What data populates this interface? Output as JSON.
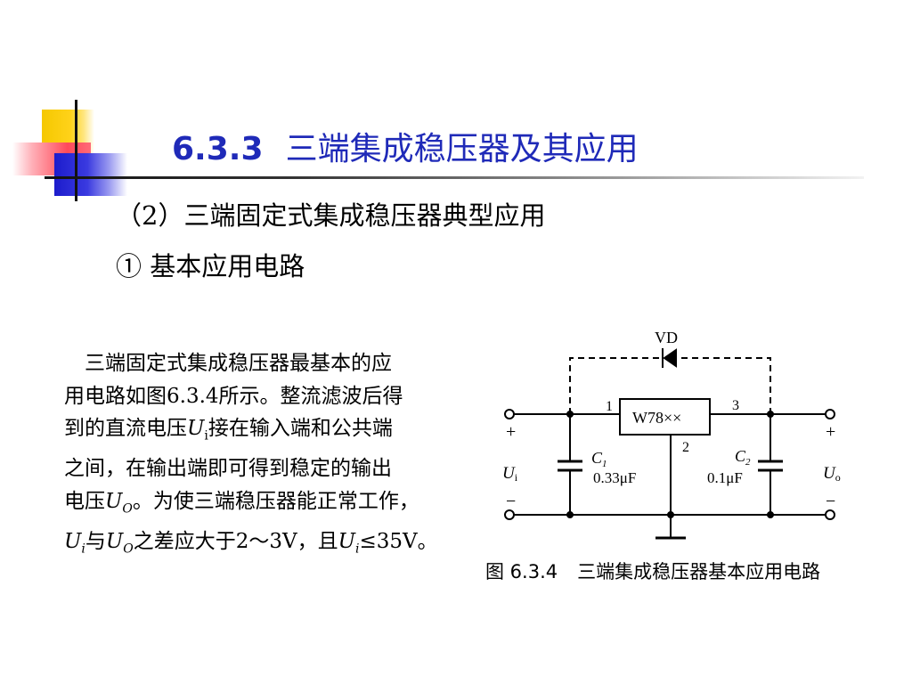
{
  "title": {
    "number": "6.3.3",
    "text": "三端集成稳压器及其应用"
  },
  "subtitle": "（2）三端固定式集成稳压器典型应用",
  "subsubtitle": "① 基本应用电路",
  "body": {
    "l1": "三端固定式集成稳压器最基本的应",
    "l2": "用电路如图6.3.4所示。整流滤波后得",
    "l3_a": "到的直流电压",
    "l3_u": "U",
    "l3_sub": "i",
    "l3_b": "接在输入端和公共端",
    "l4": "之间，在输出端即可得到稳定的输出",
    "l5_a": "电压",
    "l5_u": "U",
    "l5_sub": "O",
    "l5_b": "。为使三端稳压器能正常工作，",
    "l6_u1": "U",
    "l6_s1": "i",
    "l6_a": "与",
    "l6_u2": "U",
    "l6_s2": "O",
    "l6_b": "之差应大于2～3V，且",
    "l6_u3": "U",
    "l6_s3": "i",
    "l6_c": "≤35V。"
  },
  "circuit": {
    "diode_label": "VD",
    "regulator_label": "W78××",
    "pin1": "1",
    "pin2": "2",
    "pin3": "3",
    "c1_name": "C",
    "c1_sub": "1",
    "c1_value": "0.33μF",
    "c2_name": "C",
    "c2_sub": "2",
    "c2_value": "0.1μF",
    "plus": "+",
    "minus": "−",
    "ui": "U",
    "ui_sub": "i",
    "uo": "U",
    "uo_sub": "o"
  },
  "figure_caption": {
    "number": "图 6.3.4",
    "text": "三端集成稳压器基本应用电路"
  }
}
